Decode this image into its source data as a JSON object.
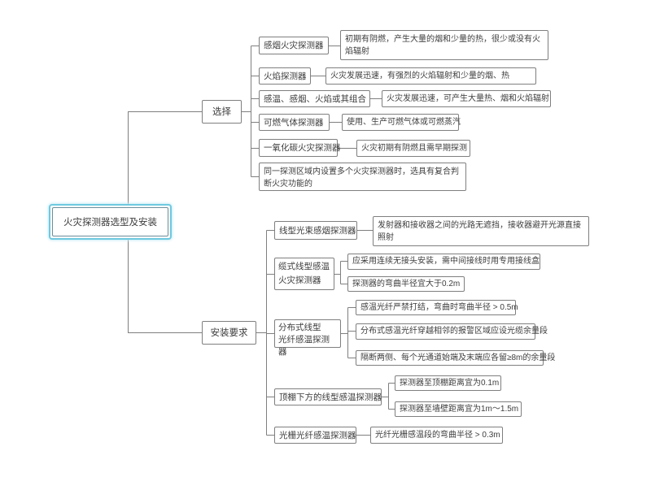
{
  "root": {
    "label": "火灾探测器选型及安装"
  },
  "branches": [
    {
      "label": "选择",
      "children": [
        {
          "label": "感烟火灾探测器",
          "notes": [
            "初期有阴燃，产生大量的烟和少量的热，很少或没有火焰辐射"
          ]
        },
        {
          "label": "火焰探测器",
          "notes": [
            "火灾发展迅速，有强烈的火焰辐射和少量的烟、热"
          ]
        },
        {
          "label": "感温、感烟、火焰或其组合",
          "notes": [
            "火灾发展迅速，可产生大量热、烟和火焰辐射"
          ]
        },
        {
          "label": "可燃气体探测器",
          "notes": [
            "使用、生产可燃气体或可燃蒸汽"
          ]
        },
        {
          "label": "一氧化碳火灾探测器",
          "notes": [
            "火灾初期有阴燃且需早期探测"
          ]
        },
        {
          "label": "同一探测区域内设置多个火灾探测器时，选具有复合判断火灾功能的",
          "notes": []
        }
      ]
    },
    {
      "label": "安装要求",
      "children": [
        {
          "label": "线型光束感烟探测器",
          "notes": [
            "发射器和接收器之间的光路无遮挡，接收器避开光源直接照射"
          ]
        },
        {
          "label": "缆式线型感温\n火灾探测器",
          "notes": [
            "应采用连续无接头安装，需中间接线时用专用接线盒",
            "探测器的弯曲半径宜大于0.2m"
          ]
        },
        {
          "label": "分布式线型\n光纤感温探测器",
          "notes": [
            "感温光纤严禁打结，弯曲时弯曲半径 > 0.5m",
            "分布式感温光纤穿越相邻的报警区域应设光缆余量段",
            "隔断两侧、每个光通道始端及末端应各留≥8m的余量段"
          ]
        },
        {
          "label": "顶棚下方的线型感温探测器",
          "notes": [
            "探测器至顶棚距离宜为0.1m",
            "探测器至墙壁距离宜为1m～1.5m"
          ]
        },
        {
          "label": "光栅光纤感温探测器",
          "notes": [
            "光纤光栅感温段的弯曲半径 > 0.3m"
          ]
        }
      ]
    }
  ],
  "colors": {
    "background": "#ffffff",
    "node_border": "#7f7f7f",
    "node_text": "#3d3d3d",
    "connector": "#7f7f7f",
    "selection_ring": "#6ec9e0"
  }
}
